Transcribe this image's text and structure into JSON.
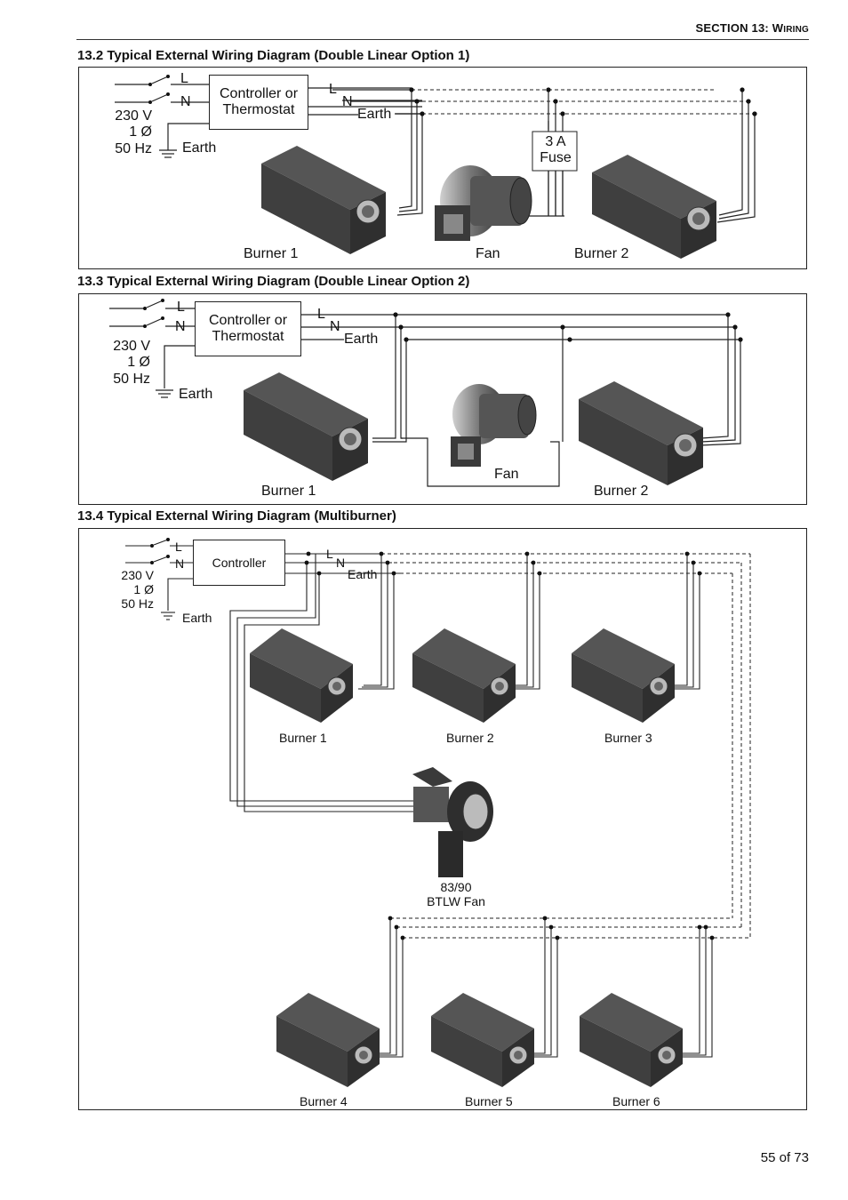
{
  "header": {
    "section_prefix": "SECTION 13:",
    "section_w": "W",
    "section_rest": "IRING"
  },
  "sections": [
    {
      "title": "13.2 Typical External Wiring Diagram (Double Linear Option 1)",
      "supply": [
        "230 V",
        "1 Ø",
        "50 Hz"
      ],
      "earth": "Earth",
      "switch_l": "L",
      "switch_n": "N",
      "controller": [
        "Controller or",
        "Thermostat"
      ],
      "out_l": "L",
      "out_n": "N",
      "out_earth": "Earth",
      "fuse": [
        "3 A",
        "Fuse"
      ],
      "labels": [
        "Burner 1",
        "Fan",
        "Burner 2"
      ]
    },
    {
      "title": "13.3 Typical External Wiring Diagram (Double Linear Option 2)",
      "supply": [
        "230 V",
        "1 Ø",
        "50 Hz"
      ],
      "earth": "Earth",
      "switch_l": "L",
      "switch_n": "N",
      "controller": [
        "Controller or",
        "Thermostat"
      ],
      "out_l": "L",
      "out_n": "N",
      "out_earth": "Earth",
      "labels": [
        "Burner 1",
        "Fan",
        "Burner 2"
      ]
    },
    {
      "title": "13.4 Typical External Wiring Diagram (Multiburner)",
      "supply": [
        "230 V",
        "1 Ø",
        "50 Hz"
      ],
      "earth": "Earth",
      "switch_l": "L",
      "switch_n": "N",
      "controller": [
        "Controller"
      ],
      "out_l": "L",
      "out_n": "N",
      "out_earth": "Earth",
      "fan": [
        "83/90",
        "BTLW Fan"
      ],
      "labels": [
        "Burner 1",
        "Burner 2",
        "Burner 3",
        "Burner 4",
        "Burner 5",
        "Burner 6"
      ]
    }
  ],
  "footer": {
    "page": "55 of 73"
  }
}
